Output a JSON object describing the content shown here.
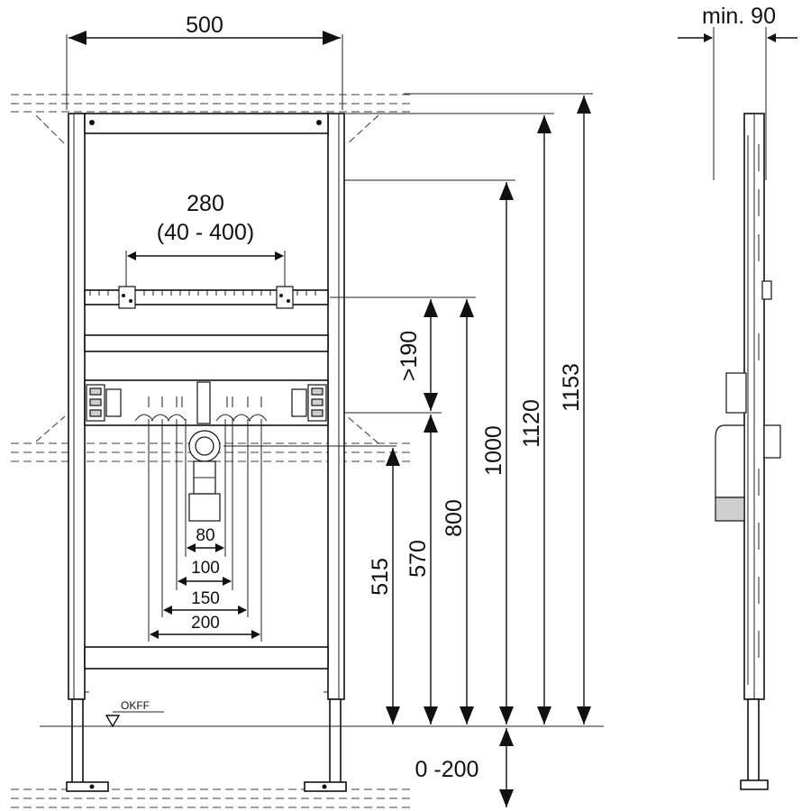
{
  "labels": {
    "width_500": "500",
    "spacing_280": "280",
    "spacing_range": "(40 - 400)",
    "min_depth": "min. 90",
    "gt_190": ">190",
    "h_1153": "1153",
    "h_1120": "1120",
    "h_1000": "1000",
    "h_800": "800",
    "h_570": "570",
    "h_515": "515",
    "w_80": "80",
    "w_100": "100",
    "w_150": "150",
    "w_200": "200",
    "okff": "OKFF",
    "foot_range": "0 -200"
  }
}
